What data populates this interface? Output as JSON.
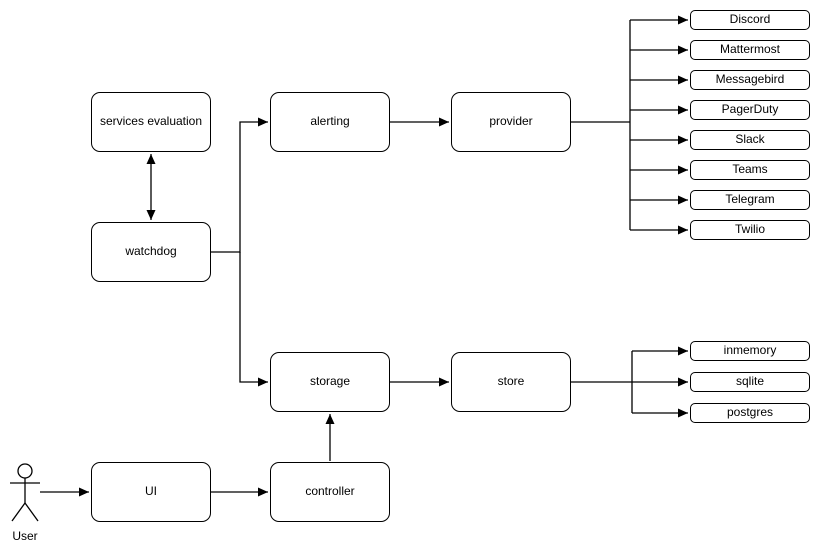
{
  "diagram": {
    "background": "#ffffff",
    "stroke_color": "#000000",
    "text_color": "#000000",
    "nodes": {
      "services_evaluation": "services evaluation",
      "watchdog": "watchdog",
      "alerting": "alerting",
      "provider": "provider",
      "storage": "storage",
      "store": "store",
      "ui": "UI",
      "controller": "controller"
    },
    "provider_types": [
      "Discord",
      "Mattermost",
      "Messagebird",
      "PagerDuty",
      "Slack",
      "Teams",
      "Telegram",
      "Twilio"
    ],
    "store_types": [
      "inmemory",
      "sqlite",
      "postgres"
    ],
    "actor_label": "User"
  }
}
